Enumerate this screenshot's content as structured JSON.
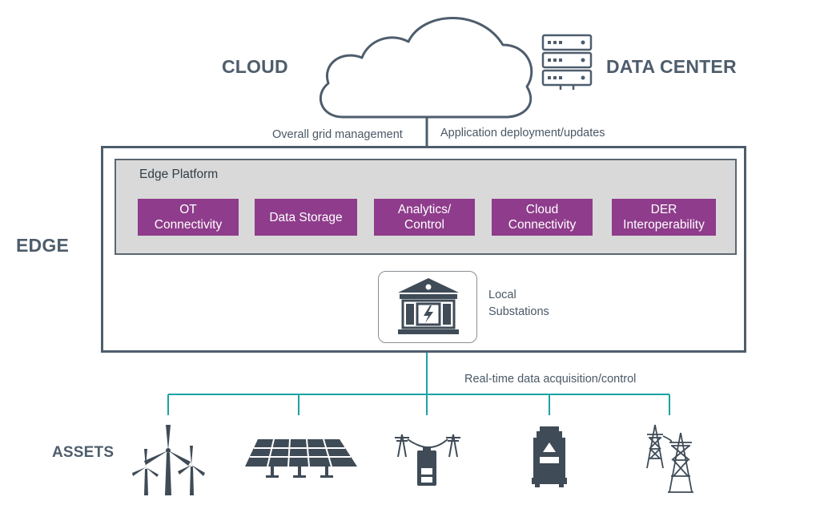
{
  "tiers": {
    "cloud": "CLOUD",
    "data_center": "DATA CENTER",
    "edge": "EDGE",
    "assets": "ASSETS"
  },
  "links": {
    "cloud_to_edge": "Overall grid management",
    "datacenter_to_edge": "Application deployment/updates",
    "edge_to_assets": "Real-time data acquisition/control"
  },
  "edge_platform": {
    "title": "Edge Platform",
    "modules": [
      "OT\nConnectivity",
      "Data Storage",
      "Analytics/\nControl",
      "Cloud\nConnectivity",
      "DER\nInteroperability"
    ]
  },
  "substation": {
    "label": "Local\nSubstations",
    "icon": "substation-building-icon"
  },
  "asset_icons": [
    "wind-turbine-icon",
    "solar-panel-icon",
    "battery-storage-icon",
    "transformer-icon",
    "transmission-tower-icon"
  ],
  "colors": {
    "module": "#8e3c8b",
    "platform": "#d9d9d9",
    "connector": "#1aa3a3",
    "border": "#4e5d6c",
    "text": "#4e5d6c"
  }
}
